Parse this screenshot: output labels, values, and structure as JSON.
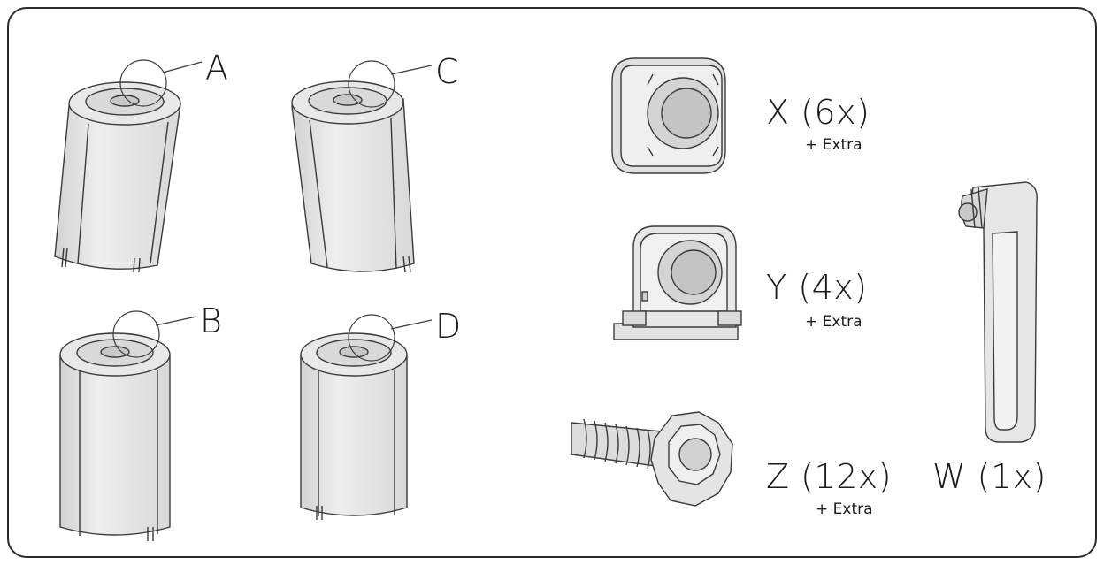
{
  "parts": {
    "A": {
      "label": "A"
    },
    "B": {
      "label": "B"
    },
    "C": {
      "label": "C"
    },
    "D": {
      "label": "D"
    },
    "X": {
      "label": "X (6x)",
      "extra": "+ Extra"
    },
    "Y": {
      "label": "Y (4x)",
      "extra": "+ Extra"
    },
    "Z": {
      "label": "Z (12x)",
      "extra": "+ Extra"
    },
    "W": {
      "label": "W (1x)"
    }
  },
  "colors": {
    "line": "#3a3a3a",
    "fill": "#ececec",
    "shade": "#d6d6d6",
    "border": "#2a2a2a"
  }
}
